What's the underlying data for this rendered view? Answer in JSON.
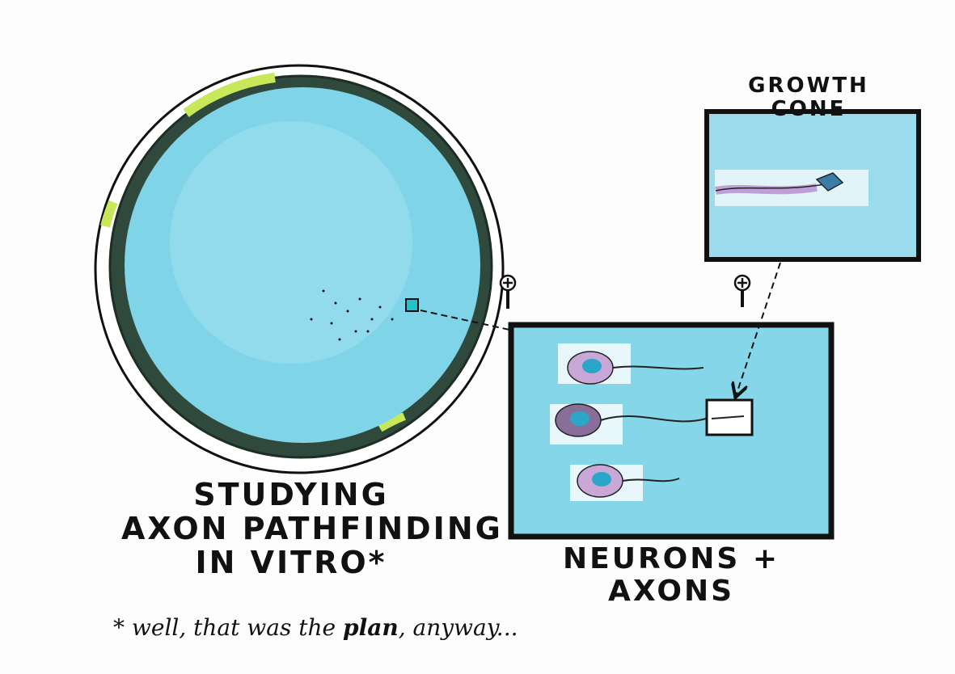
{
  "title": {
    "line1": "STUDYING",
    "line2": "AXON PATHFINDING",
    "line3": "IN VITRO*"
  },
  "growth_cone_label": {
    "line1": "GROWTH",
    "line2": "CONE"
  },
  "neurons_label": {
    "line1": "NEURONS +",
    "line2": "AXONS"
  },
  "footnote": {
    "prefix": "* well, that was the",
    "emphasis": "plan",
    "suffix": ", anyway..."
  },
  "icons": [
    "petri-dish",
    "magnifier-icon",
    "magnifier-icon",
    "neuron-cell"
  ],
  "colors": {
    "medium": "#7fd3e6",
    "rim": "#2f4a3c",
    "highlight": "#c8e85a",
    "cell": "#c9a8d8",
    "nucleus": "#2aa6c8"
  }
}
